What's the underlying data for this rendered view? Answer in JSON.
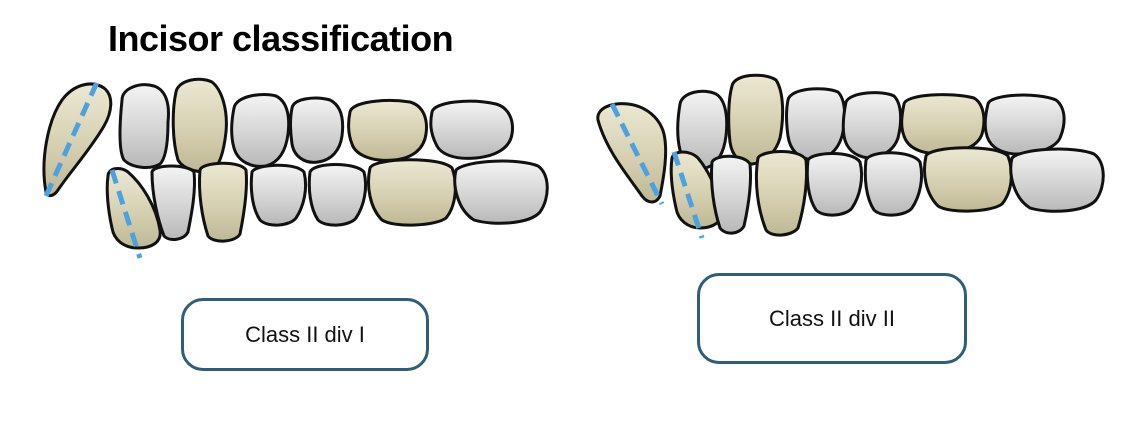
{
  "title": "Incisor classification",
  "panels": [
    {
      "label": "Class II div I"
    },
    {
      "label": "Class II div II"
    }
  ],
  "colors": {
    "tooth_highlight": "#d8d3b8",
    "tooth_plain": "#d2d2d2",
    "outline": "#111111",
    "dashed_axis": "#4aa3e0",
    "box_border": "#2f5d7a"
  }
}
